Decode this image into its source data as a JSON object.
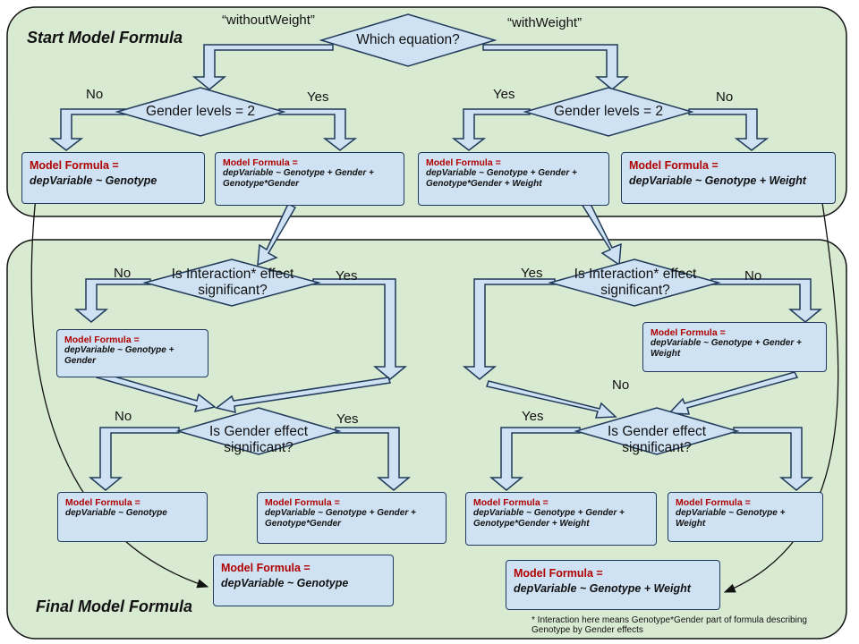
{
  "start_panel": {
    "title": "Start Model Formula"
  },
  "final_panel": {
    "title": "Final Model Formula"
  },
  "top_decision": {
    "text": "Which equation?",
    "left_branch": "“withoutWeight”",
    "right_branch": "“withWeight”"
  },
  "gender_levels_left": {
    "text": "Gender levels = 2",
    "no": "No",
    "yes": "Yes"
  },
  "gender_levels_right": {
    "text": "Gender levels = 2",
    "yes": "Yes",
    "no": "No"
  },
  "start_boxes": {
    "b1": {
      "head": "Model Formula =",
      "formula": "depVariable ~ Genotype"
    },
    "b2": {
      "head": "Model Formula =",
      "formula": "depVariable ~ Genotype + Gender + Genotype*Gender"
    },
    "b3": {
      "head": "Model Formula =",
      "formula": "depVariable ~ Genotype + Gender + Genotype*Gender + Weight"
    },
    "b4": {
      "head": "Model Formula =",
      "formula": "depVariable ~ Genotype + Weight"
    }
  },
  "interaction_left": {
    "text": "Is Interaction* effect significant?",
    "no": "No",
    "yes": "Yes"
  },
  "interaction_right": {
    "text": "Is Interaction* effect significant?",
    "yes": "Yes",
    "no": "No"
  },
  "gender_effect_left": {
    "text": "Is Gender effect significant?",
    "no": "No",
    "yes": "Yes"
  },
  "gender_effect_right": {
    "text": "Is Gender effect significant?",
    "yes": "Yes",
    "no": "No"
  },
  "mid_boxes": {
    "left": {
      "head": "Model Formula =",
      "formula": "depVariable ~ Genotype + Gender"
    },
    "right": {
      "head": "Model Formula =",
      "formula": "depVariable ~ Genotype + Gender + Weight"
    }
  },
  "bottom_boxes": {
    "b1": {
      "head": "Model Formula =",
      "formula": "depVariable ~ Genotype"
    },
    "b2": {
      "head": "Model Formula =",
      "formula": "depVariable ~ Genotype + Gender + Genotype*Gender"
    },
    "b3": {
      "head": "Model Formula =",
      "formula": "depVariable ~ Genotype + Gender + Genotype*Gender + Weight"
    },
    "b4": {
      "head": "Model Formula =",
      "formula": "depVariable ~ Genotype + Weight"
    }
  },
  "final_boxes": {
    "left": {
      "head": "Model Formula =",
      "formula": "depVariable ~ Genotype"
    },
    "right": {
      "head": "Model Formula =",
      "formula": "depVariable ~ Genotype + Weight"
    }
  },
  "footnote": "* Interaction here means Genotype*Gender part of formula describing Genotype by Gender effects",
  "colors": {
    "panel_fill": "#d9ead3",
    "box_fill": "#cfe2f3",
    "diamond_fill": "#cfe2f3",
    "arrow_fill": "#cfe2f3",
    "outline": "#1f3a5a",
    "formula_head": "#b00000"
  }
}
